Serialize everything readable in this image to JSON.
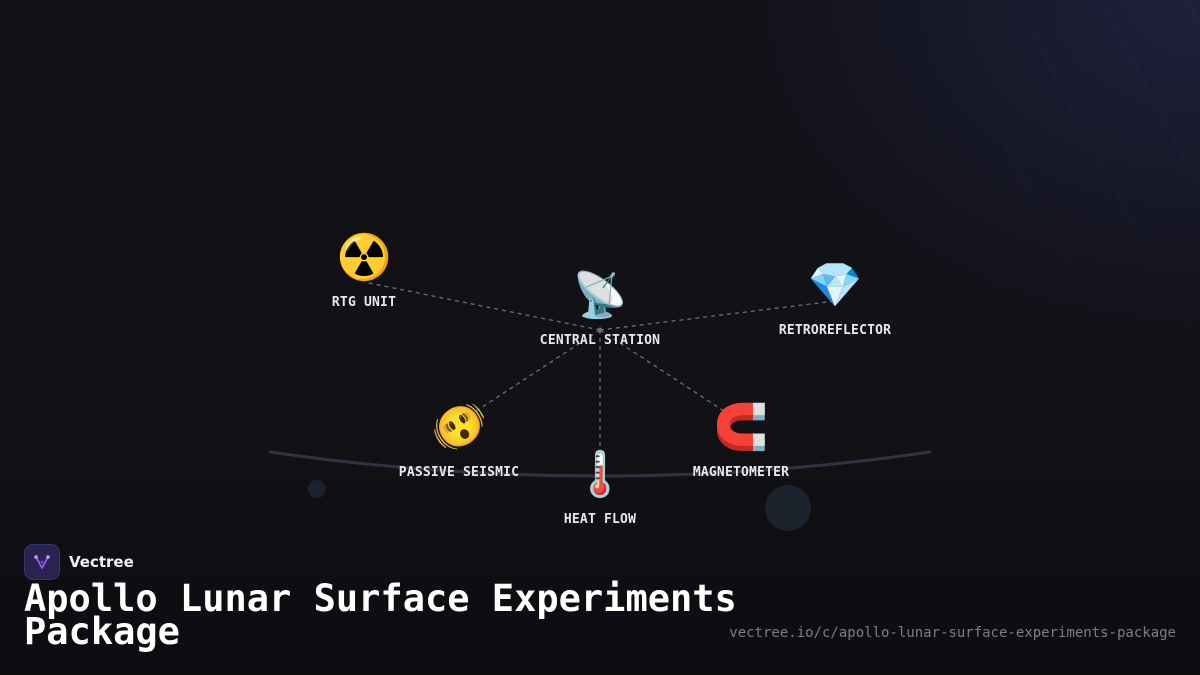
{
  "diagram": {
    "hub": "central_station",
    "nodes": [
      {
        "id": "rtg_unit",
        "label": "RTG UNIT",
        "icon": "radioactive-icon",
        "glyph": "☢️"
      },
      {
        "id": "central_station",
        "label": "CENTRAL STATION",
        "icon": "satellite-antenna-icon",
        "glyph": "📡"
      },
      {
        "id": "retroreflector",
        "label": "RETROREFLECTOR",
        "icon": "gem-icon",
        "glyph": "💎"
      },
      {
        "id": "passive_seismic",
        "label": "PASSIVE SEISMIC",
        "icon": "shaking-face-icon",
        "glyph": "🫨"
      },
      {
        "id": "heat_flow",
        "label": "HEAT FLOW",
        "icon": "thermometer-icon",
        "glyph": "🌡️"
      },
      {
        "id": "magnetometer",
        "label": "MAGNETOMETER",
        "icon": "magnet-icon",
        "glyph": "🧲"
      }
    ],
    "edges": [
      {
        "from": "central_station",
        "to": "rtg_unit"
      },
      {
        "from": "central_station",
        "to": "retroreflector"
      },
      {
        "from": "central_station",
        "to": "passive_seismic"
      },
      {
        "from": "central_station",
        "to": "heat_flow"
      },
      {
        "from": "central_station",
        "to": "magnetometer"
      }
    ]
  },
  "brand": {
    "name": "Vectree",
    "logo_icon": "vectree-logo-icon"
  },
  "page": {
    "title": "Apollo Lunar Surface Experiments Package",
    "url": "vectree.io/c/apollo-lunar-surface-experiments-package"
  },
  "colors": {
    "background": "#111116",
    "edge": "#6b7080",
    "ground": "#2c3444",
    "crater": "#1c222c",
    "brand_logo_bg": "#2a2350",
    "brand_logo_accent": "#a259ff"
  }
}
